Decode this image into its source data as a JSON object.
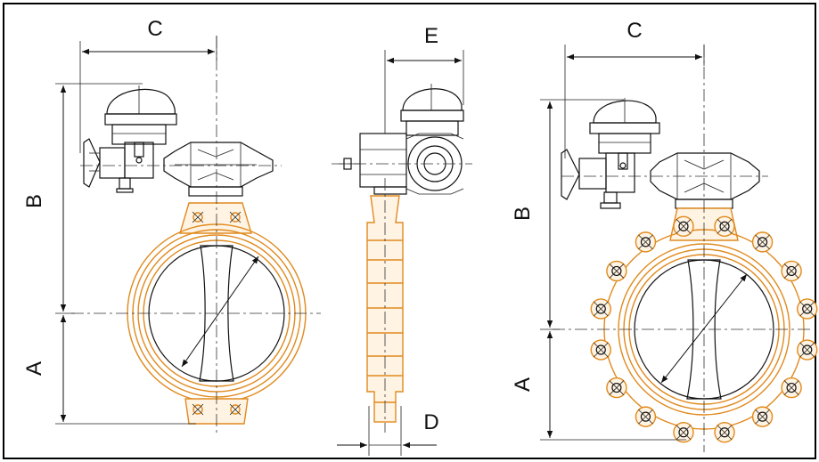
{
  "labels": {
    "left": {
      "C": "C",
      "B": "B",
      "A": "A"
    },
    "middle": {
      "E": "E",
      "D": "D"
    },
    "right": {
      "C": "C",
      "B": "B",
      "A": "A"
    }
  },
  "colors": {
    "body_outline": "#e08a1e",
    "line": "#111111",
    "frame": "#000000",
    "background": "#ffffff"
  }
}
